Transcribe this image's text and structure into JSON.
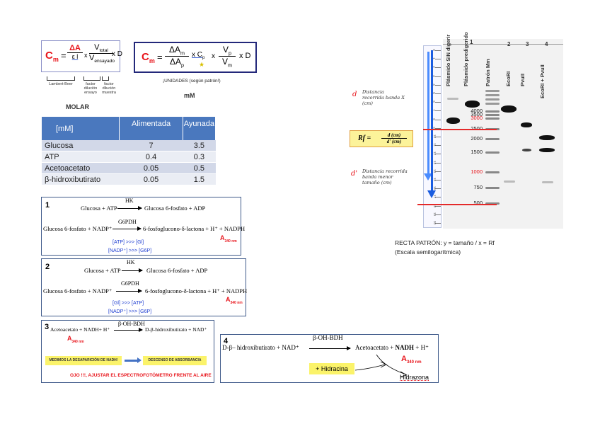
{
  "formula_molar": {
    "lhs": "C",
    "lhs_sub": "m",
    "eq": "=",
    "delta_a": "ΔA",
    "eps_l": "ε l",
    "times1": "x",
    "v_total": "V",
    "v_total_sub": "total",
    "v_ensayado": "V",
    "v_ensayado_sub": "ensayado",
    "times_d": "x D",
    "brace_labels": [
      "Lambert-Beer",
      "factor dilución ensayo",
      "factor dilución muestra"
    ],
    "unit_label": "MOLAR"
  },
  "formula_standard": {
    "lhs": "C",
    "lhs_sub": "m",
    "eq": "=",
    "num": "ΔA",
    "num_sub": "m",
    "den": "ΔA",
    "den_sub": "p",
    "cp": "x C",
    "cp_sub": "p",
    "times": "x",
    "vp": "V",
    "vp_sub": "p",
    "vm": "V",
    "vm_sub": "m",
    "times_d": "x D",
    "units_note": "¡UNIDADES (según patrón!)",
    "unit_label": "mM"
  },
  "table": {
    "headers": [
      "[mM]",
      "Alimentada",
      "Ayunada"
    ],
    "rows": [
      [
        "Glucosa",
        "7",
        "3.5"
      ],
      [
        "ATP",
        "0.4",
        "0.3"
      ],
      [
        "Acetoacetato",
        "0.05",
        "0.5"
      ],
      [
        "β-hidroxibutirato",
        "0.05",
        "1.5"
      ]
    ]
  },
  "reactions": [
    {
      "number": "1",
      "enzyme1": "HK",
      "r1_left": "Glucosa + ATP",
      "r1_right": "Glucosa 6-fosfato + ADP",
      "enzyme2": "G6PDH",
      "r2_left": "Glucosa 6-fosfato + NADP⁺",
      "r2_right": "6-fosfoglucono-δ-lactona + H⁺ + NADPH",
      "absorbance": "A",
      "absorbance_sub": "340 nm",
      "notes": [
        "[ATP] >>> [Gl]",
        "[NADP⁺] >>> [G6P]"
      ]
    },
    {
      "number": "2",
      "enzyme1": "HK",
      "r1_left": "Glucosa + ATP",
      "r1_right": "Glucosa 6-fosfato + ADP",
      "enzyme2": "G6PDH",
      "r2_left": "Glucosa 6-fosfato + NADP⁺",
      "r2_right": "6-fosfoglucono-δ-lactona + H⁺ + NADPH",
      "absorbance": "A",
      "absorbance_sub": "340 nm",
      "notes": [
        "[Gl] >>> [ATP]",
        "[NADP⁺] >>> [G6P]"
      ]
    },
    {
      "number": "3",
      "enzyme1": "β-OH-BDH",
      "r1_left": "Acetoacetato + NADH+ H⁺",
      "r1_right": "D-β-hidroxibutirato + NAD⁺",
      "absorbance": "A",
      "absorbance_sub": "340 nm",
      "highlight_left": "MEDIMOS LA DESAPARICIÓN DE NADH!",
      "highlight_right": "DESCENSO DE ABSORBANCIA",
      "warning": "OJO !!!, AJUSTAR EL ESPECTROFOTÓMETRO FRENTE AL AIRE"
    },
    {
      "number": "4",
      "enzyme1": "β-OH-BDH",
      "r1_left": "D-β– hidroxibutirato + NAD⁺",
      "r1_right_a": "Acetoacetato + ",
      "r1_right_b": "NADH",
      "r1_right_c": " + H⁺",
      "absorbance": "A",
      "absorbance_sub": "340 nm",
      "reagent": "+ Hidracina",
      "product": "Hidrazona"
    }
  ],
  "gel": {
    "lane_numbers": [
      "1",
      "2",
      "3",
      "4"
    ],
    "lane_names": [
      "Plásmido SIN digerir",
      "Plásmido predigerido",
      "Patrón Mm",
      "EcoRI",
      "PvuII",
      "EcoRI + PvuII"
    ],
    "marker_sizes": [
      "4000",
      "3500",
      "3000",
      "2500",
      "2000",
      "1500",
      "1000",
      "750",
      "500"
    ],
    "marker_highlight_color": "#e8141b",
    "highlighted_markers": [
      "3000",
      "1000"
    ],
    "ruler_ticks": [
      "0",
      "1",
      "2",
      "3",
      "4",
      "5",
      "6",
      "7",
      "8",
      "9",
      "10",
      "11",
      "12",
      "13",
      "14",
      "15",
      "16",
      "17",
      "18",
      "19",
      "20"
    ],
    "d_label": "d",
    "d_text": "Distancia recorrida banda X (cm)",
    "dp_label": "d'",
    "dp_text": "Distancia recorrida banda menor tamaño (cm)",
    "rf_lhs": "Rf =",
    "rf_num": "d (cm)",
    "rf_den": "d' (cm)"
  },
  "caption": {
    "line1": "RECTA PATRÓN: y = tamaño / x = Rf",
    "line2": "(Escala semilogarítmica)"
  }
}
